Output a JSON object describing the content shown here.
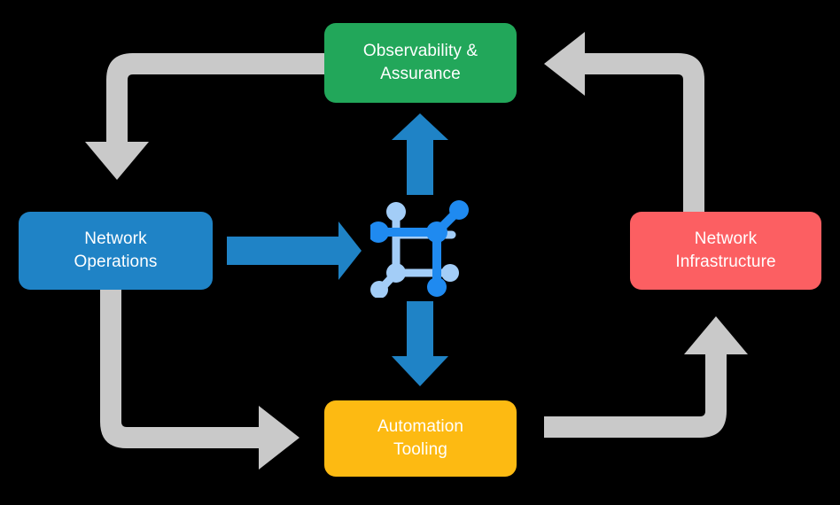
{
  "diagram": {
    "title": "Network operations lifecycle cycle diagram",
    "background_color": "#000000",
    "center_icon": {
      "name": "network-topology-icon",
      "color_primary": "#1F8AF0",
      "color_secondary": "#A3CDF7"
    },
    "nodes": [
      {
        "id": "observability",
        "label": "Observability &\nAssurance",
        "color": "#22A75A",
        "text_color": "#FFFFFF",
        "position": "top"
      },
      {
        "id": "operations",
        "label": "Network\nOperations",
        "color": "#1F83C6",
        "text_color": "#FFFFFF",
        "position": "left"
      },
      {
        "id": "infrastructure",
        "label": "Network\nInfrastructure",
        "color": "#FC5F62",
        "text_color": "#FFFFFF",
        "position": "right"
      },
      {
        "id": "automation",
        "label": "Automation\nTooling",
        "color": "#FDBA12",
        "text_color": "#FFFFFF",
        "position": "bottom"
      }
    ],
    "connectors": [
      {
        "id": "operations-to-center",
        "name": "arrow-operations-to-center",
        "from": "operations",
        "to": "center-icon",
        "color": "#1F83C6",
        "direction": "right",
        "style": "straight"
      },
      {
        "id": "center-to-observability",
        "name": "arrow-center-to-observability",
        "from": "center-icon",
        "to": "observability",
        "color": "#1F83C6",
        "direction": "up",
        "style": "straight"
      },
      {
        "id": "center-to-automation",
        "name": "arrow-center-to-automation",
        "from": "center-icon",
        "to": "automation",
        "color": "#1F83C6",
        "direction": "down",
        "style": "straight"
      },
      {
        "id": "observability-to-operations",
        "name": "arrow-observability-to-operations",
        "from": "observability",
        "to": "operations",
        "color": "#C9C9C9",
        "direction": "down",
        "style": "elbow"
      },
      {
        "id": "infrastructure-to-observability",
        "name": "arrow-infrastructure-to-observability",
        "from": "infrastructure",
        "to": "observability",
        "color": "#C9C9C9",
        "direction": "left",
        "style": "elbow"
      },
      {
        "id": "operations-to-automation",
        "name": "arrow-operations-to-automation",
        "from": "operations",
        "to": "automation",
        "color": "#C9C9C9",
        "direction": "right",
        "style": "elbow"
      },
      {
        "id": "automation-to-infrastructure",
        "name": "arrow-automation-to-infrastructure",
        "from": "automation",
        "to": "infrastructure",
        "color": "#C9C9C9",
        "direction": "up",
        "style": "elbow"
      }
    ]
  }
}
